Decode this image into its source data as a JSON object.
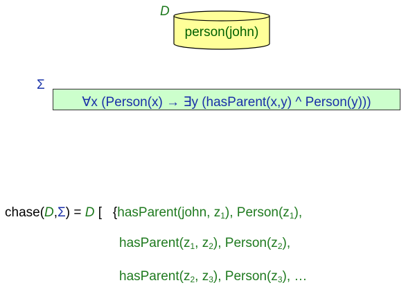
{
  "database": {
    "label": "D",
    "content": "person(john)"
  },
  "sigma": {
    "label": "Σ",
    "formula": "∀x (Person(x) → ∃y (hasParent(x,y) ^  Person(y)))"
  },
  "chase": {
    "prefix": "chase(",
    "arg_d": "D",
    "comma": ",",
    "arg_sigma": "Σ",
    "eq": ") = ",
    "d": "D",
    "union": " [   ",
    "line1": {
      "open": "{",
      "a": "hasParent(john, z",
      "a_sub": "1",
      "b": "), Person(z",
      "b_sub": "1",
      "c": "),"
    },
    "line2": {
      "a": "hasParent(z",
      "a_sub": "1",
      "b": ", z",
      "b_sub": "2",
      "c": "), Person(z",
      "c_sub": "2",
      "d": "),"
    },
    "line3": {
      "a": "hasParent(z",
      "a_sub": "2",
      "b": ", z",
      "b_sub": "3",
      "c": "), Person(z",
      "c_sub": "3",
      "d": "), …"
    }
  },
  "colors": {
    "green_text": "#1f7a1f",
    "blue_text": "#1a2fa8",
    "db_fill": "#ffff99",
    "formula_fill": "#ccffcc"
  }
}
